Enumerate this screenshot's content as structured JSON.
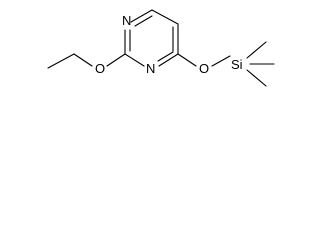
{
  "molecule": {
    "atoms": [
      {
        "id": "N1",
        "label": "N"
      },
      {
        "id": "N3",
        "label": "N"
      },
      {
        "id": "O_ethoxy",
        "label": "O"
      },
      {
        "id": "O_silyl",
        "label": "O"
      },
      {
        "id": "Si",
        "label": "Si"
      }
    ],
    "bond_color": "#000000"
  }
}
